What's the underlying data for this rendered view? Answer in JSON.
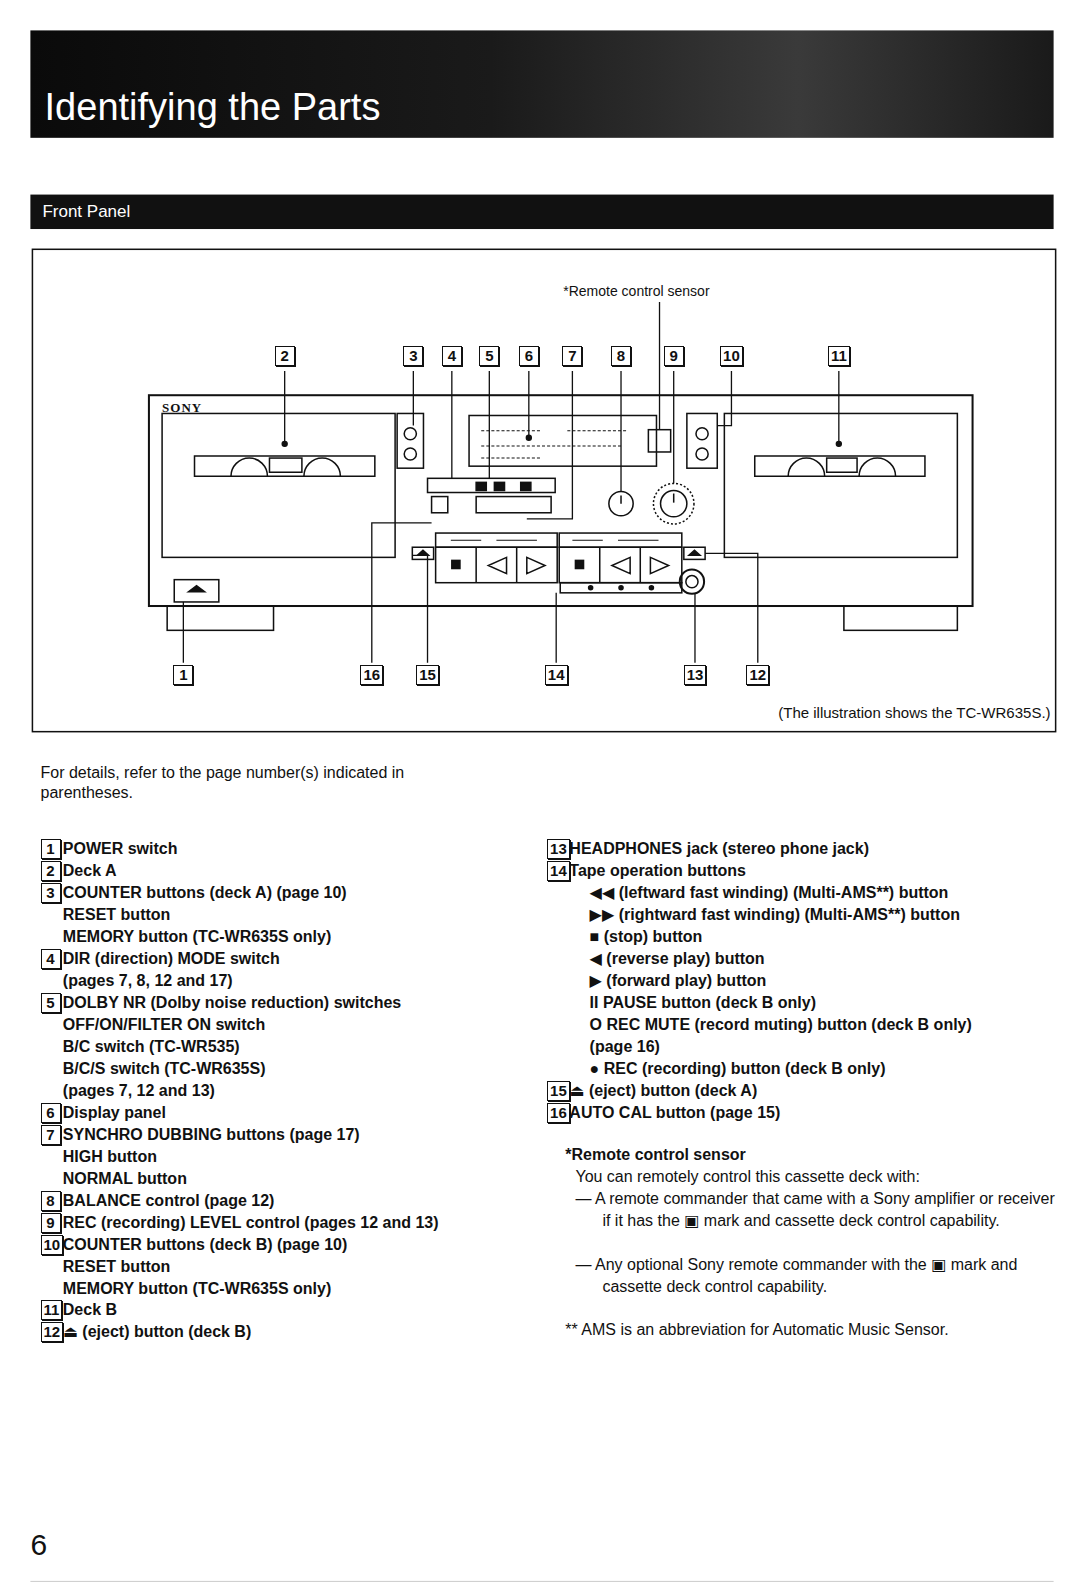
{
  "diagram": {
    "title": "Identifying the Parts",
    "nodes": [
      {
        "text": [
          "Front Panel"
        ]
      }
    ],
    "labels": [
      "SONY",
      "2",
      "3",
      "4",
      "5",
      "6",
      "7",
      "8",
      "9",
      "10",
      "11",
      "1",
      "16",
      "15",
      "14",
      "13",
      "12",
      "*Remote control sensor",
      "(The illustration shows the TC-WR635S.)",
      "For details, refer to the page number(s) indicated in parentheses.",
      "1",
      "POWER switch",
      "2",
      "Deck A",
      "3",
      "COUNTER buttons (deck A) (page 10)",
      "RESET button",
      "MEMORY button (TC-WR635S only)",
      "4",
      "DIR (direction) MODE switch",
      "(pages 7, 8, 12 and 17)",
      "5",
      "DOLBY NR (Dolby noise reduction) switches",
      "OFF/ON/FILTER ON switch",
      "B/C switch (TC-WR535)",
      "B/C/S switch (TC-WR635S)",
      "(pages 7, 12 and 13)",
      "6",
      "Display panel",
      "7",
      "SYNCHRO DUBBING buttons (page 17)",
      "HIGH button",
      "NORMAL button",
      "8",
      "BALANCE control (page 12)",
      "9",
      "REC (recording) LEVEL control (pages 12 and 13)",
      "10",
      "COUNTER buttons (deck B) (page 10)",
      "RESET button",
      "MEMORY button (TC-WR635S only)",
      "11",
      "Deck B",
      "12",
      "⏏ (eject) button (deck B)",
      "13",
      "HEADPHONES jack (stereo phone jack)",
      "14",
      "Tape operation buttons",
      "◀◀ (leftward fast winding) (Multi-AMS**) button",
      "▶▶ (rightward fast winding) (Multi-AMS**) button",
      "■ (stop) button",
      "◀ (reverse play) button",
      "▶ (forward play) button",
      "II PAUSE button (deck B only)",
      "O REC MUTE (record muting) button (deck B only)",
      "(page 16)",
      "● REC (recording) button (deck B only)",
      "15",
      "⏏ (eject) button (deck A)",
      "16",
      "AUTO CAL button (page 15)",
      "*Remote control sensor",
      "You can remotely control this cassette deck with:",
      "— A remote commander that came with a Sony amplifier or receiver if it has the ▣ mark and cassette deck control capability.",
      "— Any optional Sony remote commander with the ▣ mark and cassette deck control capability.",
      "** AMS is an abbreviation for Automatic Music Sensor.",
      "6"
    ]
  }
}
